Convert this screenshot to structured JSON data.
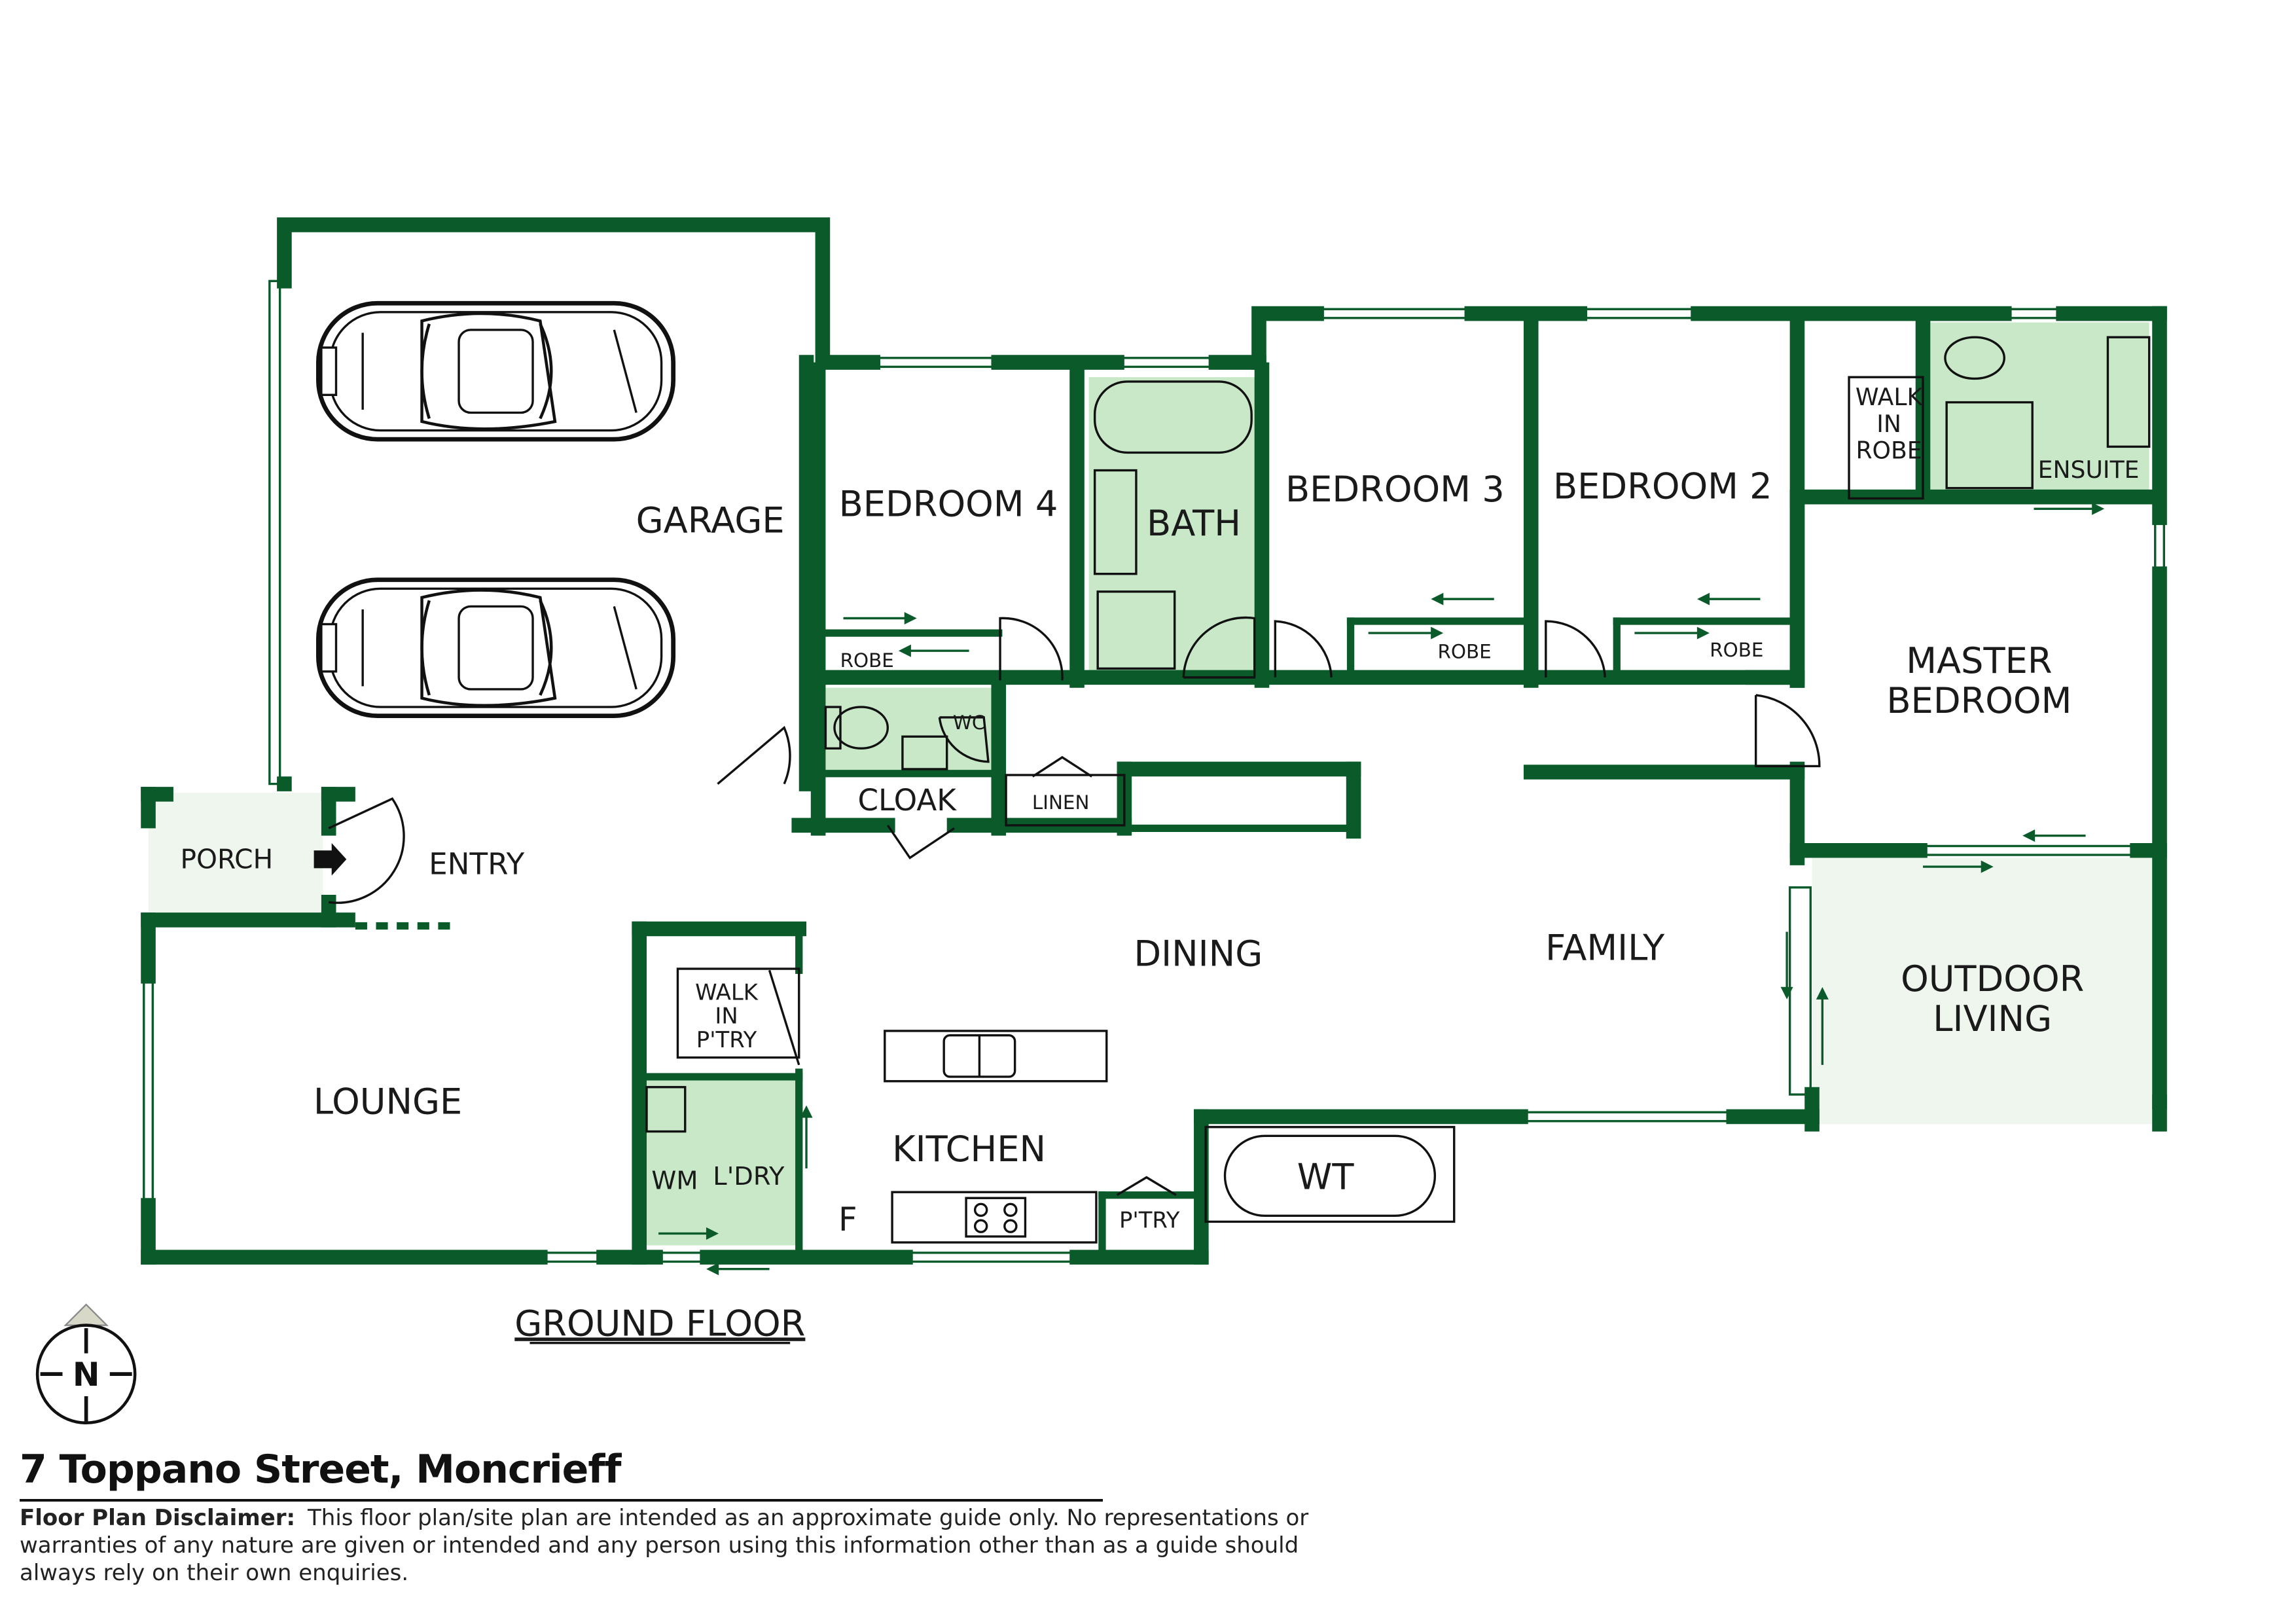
{
  "floor_title": "GROUND FLOOR",
  "rooms": {
    "garage": "GARAGE",
    "bedroom4": "BEDROOM 4",
    "bath": "BATH",
    "bedroom3": "BEDROOM 3",
    "bedroom2": "BEDROOM 2",
    "walk_in_robe": [
      "WALK",
      "IN",
      "ROBE"
    ],
    "ensuite": "ENSUITE",
    "master_bedroom": [
      "MASTER",
      "BEDROOM"
    ],
    "robe": "ROBE",
    "wc": "WC",
    "cloak": "CLOAK",
    "linen": "LINEN",
    "porch": "PORCH",
    "entry": "ENTRY",
    "dining": "DINING",
    "family": "FAMILY",
    "walk_in_pantry": [
      "WALK",
      "IN",
      "P'TRY"
    ],
    "lounge": "LOUNGE",
    "wm": "WM",
    "laundry": "L'DRY",
    "kitchen": "KITCHEN",
    "fridge": "F",
    "pantry": "P'TRY",
    "water_tank": "WT",
    "outdoor_living": [
      "OUTDOOR",
      "LIVING"
    ]
  },
  "compass": {
    "letter": "N"
  },
  "address": "7 Toppano Street, Moncrieff",
  "disclaimer": {
    "heading": "Floor Plan Disclaimer:",
    "text": "This floor plan/site plan are intended as an approximate guide only. No representations or warranties of any nature are given or intended and any person using this information other than as a guide should always rely on their own enquiries."
  },
  "colors": {
    "wall": "#0b5a2a",
    "wet_area": "#c8e8c8",
    "outdoor": "#eef6ee",
    "text": "#1a1a1a"
  }
}
